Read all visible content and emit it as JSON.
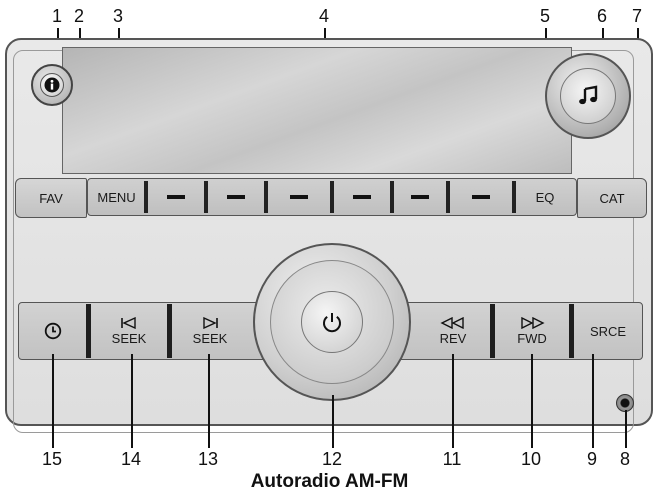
{
  "callouts": {
    "c1": "1",
    "c2": "2",
    "c3": "3",
    "c4": "4",
    "c5": "5",
    "c6": "6",
    "c7": "7",
    "c8": "8",
    "c9": "9",
    "c10": "10",
    "c11": "11",
    "c12": "12",
    "c13": "13",
    "c14": "14",
    "c15": "15"
  },
  "buttons": {
    "fav": "FAV",
    "menu": "MENU",
    "eq": "EQ",
    "cat": "CAT",
    "seek_back": "SEEK",
    "seek_forward": "SEEK",
    "rev": "REV",
    "fwd": "FWD",
    "srce": "SRCE"
  },
  "icons": {
    "info": "info-icon",
    "tune": "music-note-icon",
    "power": "power-icon",
    "clock": "clock-icon",
    "seek_back": "skip-back-icon",
    "seek_forward": "skip-forward-icon",
    "rev": "rewind-icon",
    "fwd": "fast-forward-icon"
  },
  "caption": "Autoradio AM-FM"
}
